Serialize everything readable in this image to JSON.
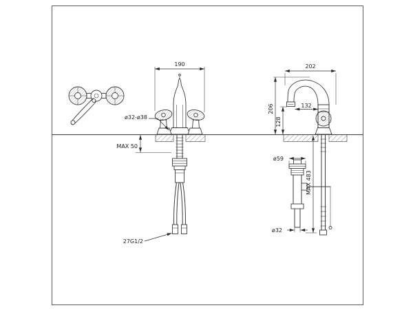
{
  "drawing": {
    "colors": {
      "background": "#ffffff",
      "ink": "#3a3a3a",
      "dimension": "#2b2b2b"
    },
    "dims": {
      "front_width": "190",
      "side_depth": "202",
      "mount_hole": "ø32-ø38",
      "deck_max": "MAX 50",
      "spout_height": "206",
      "reach": "132",
      "outlet_height": "128",
      "drain_flange": "ø59",
      "overall_max": "MAX 483",
      "tailpipe": "ø32",
      "inlet_thread": "27G1/2"
    }
  }
}
